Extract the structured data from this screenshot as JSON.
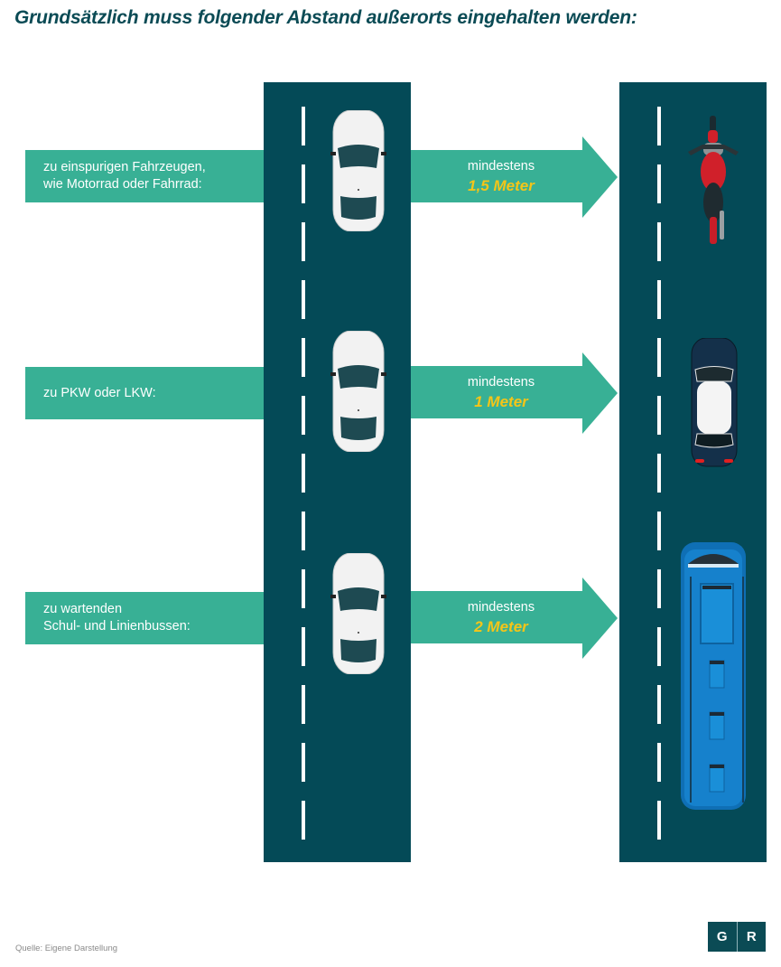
{
  "title": "Grundsätzlich muss folgender Abstand außerorts eingehalten werden:",
  "rows": [
    {
      "label_lines": [
        "zu einspurigen Fahrzeugen,",
        "wie Motorrad oder Fahrrad:"
      ],
      "distance_prefix": "mindestens",
      "distance_value": "1,5 Meter",
      "vehicle": "motorcycle-icon"
    },
    {
      "label_lines": [
        "zu PKW oder LKW:"
      ],
      "distance_prefix": "mindestens",
      "distance_value": "1 Meter",
      "vehicle": "car-icon"
    },
    {
      "label_lines": [
        "zu wartenden",
        "Schul- und Linienbussen:"
      ],
      "distance_prefix": "mindestens",
      "distance_value": "2 Meter",
      "vehicle": "bus-icon"
    }
  ],
  "colors": {
    "road": "#044a57",
    "accent_green": "#38b095",
    "highlight_yellow": "#f5c518",
    "title": "#0b4b55"
  },
  "source": "Quelle: Eigene Darstellung",
  "logo": {
    "left": "G",
    "right": "R"
  }
}
